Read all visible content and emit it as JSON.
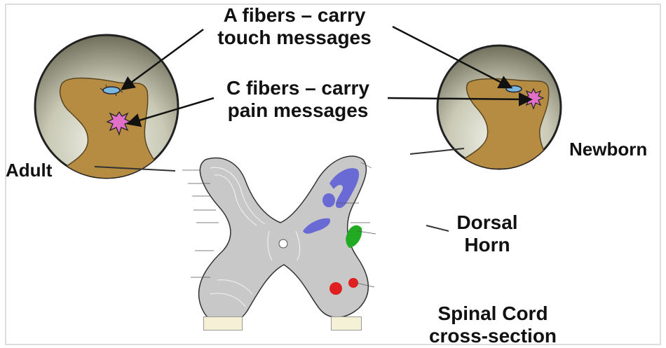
{
  "labels": {
    "a_fibers": [
      "A fibers – carry",
      "touch messages"
    ],
    "c_fibers": [
      "C fibers – carry",
      "pain messages"
    ],
    "adult": "Adult",
    "newborn": "Newborn",
    "dorsal_horn": [
      "Dorsal",
      "Horn"
    ],
    "spinal_cord": [
      "Spinal Cord",
      "cross-section"
    ]
  },
  "colors": {
    "skin": "#b58c42",
    "circle_outer": "#7a7a64",
    "circle_inner": "#e6e6da",
    "cord_gray": "#c8c8c8",
    "cord_outline": "#333333",
    "a_fiber": "#7ab8e0",
    "c_fiber": "#e070c8",
    "purple_region": "#6a6ad4",
    "green_region": "#22aa22",
    "red_region": "#e02020",
    "label_box": "#f4f1d6"
  },
  "icons": {
    "a_fiber_icon": "blue-nerve-ending-icon",
    "c_fiber_icon": "pink-free-nerve-ending-icon"
  }
}
